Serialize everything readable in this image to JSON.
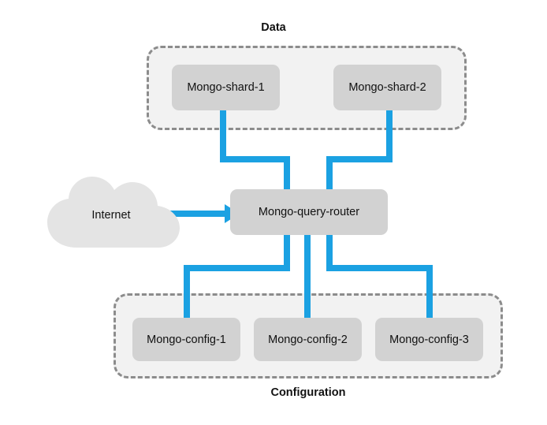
{
  "diagram": {
    "title_top": "Data",
    "title_bottom": "Configuration",
    "accent_color": "#1ba1e2",
    "node_fill": "#d2d2d2",
    "group_fill": "#f2f2f2",
    "group_border": "#8c8c8c",
    "cloud_fill": "#e4e4e4",
    "background": "#ffffff"
  },
  "data_tier": {
    "label": "Data",
    "nodes": [
      {
        "id": "shard-1",
        "label": "Mongo-shard-1"
      },
      {
        "id": "shard-2",
        "label": "Mongo-shard-2"
      }
    ]
  },
  "router_tier": {
    "cloud": {
      "label": "Internet",
      "icon": "cloud-icon"
    },
    "arrow": {
      "icon": "arrow-right-icon"
    },
    "router": {
      "id": "query-router",
      "label": "Mongo-query-router"
    }
  },
  "config_tier": {
    "label": "Configuration",
    "nodes": [
      {
        "id": "config-1",
        "label": "Mongo-config-1"
      },
      {
        "id": "config-2",
        "label": "Mongo-config-2"
      },
      {
        "id": "config-3",
        "label": "Mongo-config-3"
      }
    ]
  }
}
